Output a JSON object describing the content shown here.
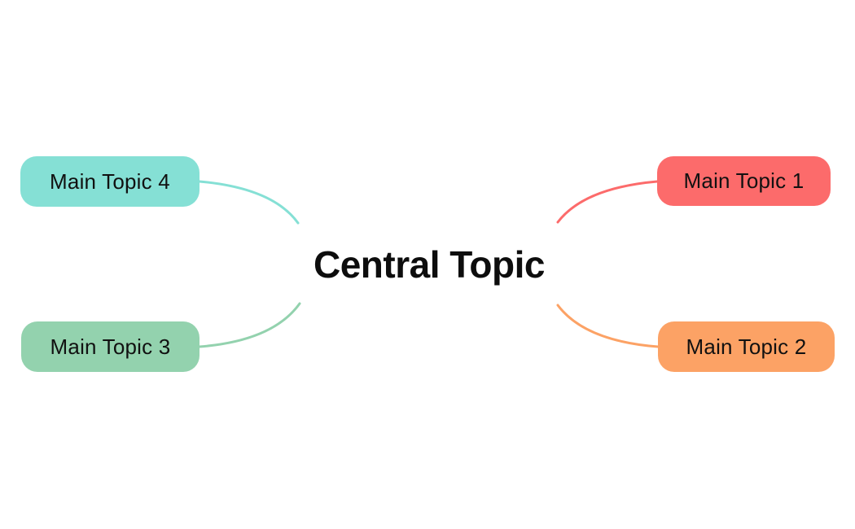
{
  "canvas": {
    "background": "#ffffff"
  },
  "central": {
    "label": "Central Topic",
    "text_color": "#0d0d0d"
  },
  "topics": [
    {
      "label": "Main Topic 1",
      "color": "#FC6B6B",
      "position": "top-right"
    },
    {
      "label": "Main Topic 2",
      "color": "#FCA265",
      "position": "bottom-right"
    },
    {
      "label": "Main Topic 3",
      "color": "#93D2AE",
      "position": "bottom-left"
    },
    {
      "label": "Main Topic 4",
      "color": "#85E0D5",
      "position": "top-left"
    }
  ]
}
